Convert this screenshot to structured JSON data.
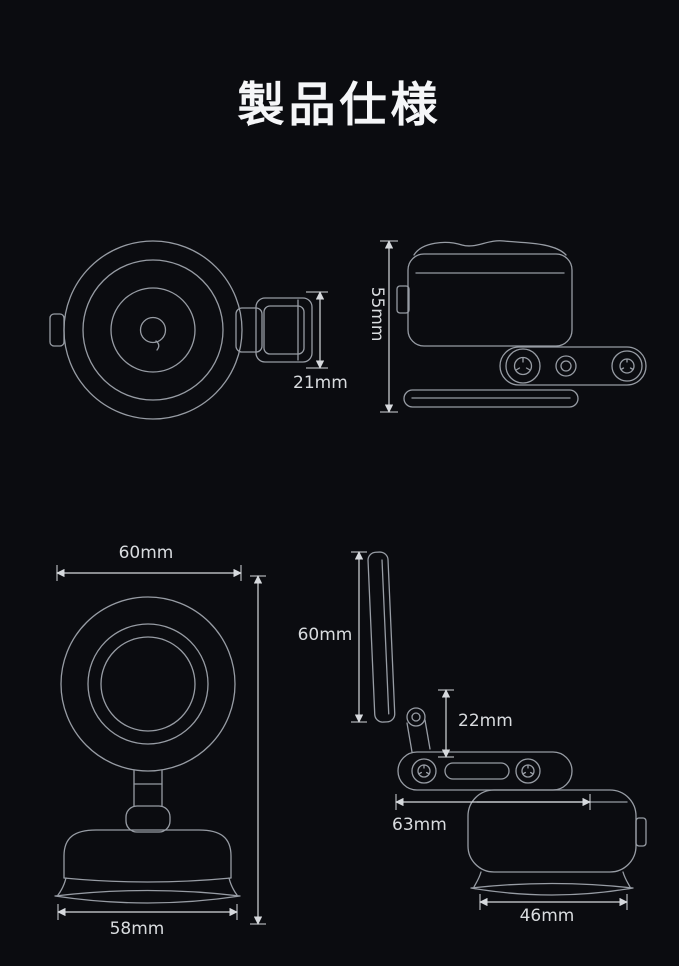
{
  "title": "製品仕様",
  "colors": {
    "background": "#0b0c10",
    "outline": "#979ca4",
    "dimension": "#d6d9dd",
    "title_text": "#f5f6f8"
  },
  "views": {
    "head_front": {
      "dim_arm_width": "21mm"
    },
    "top": {
      "dim_height": "55mm"
    },
    "front": {
      "dim_head_width": "60mm",
      "dim_base_width": "58mm"
    },
    "side": {
      "dim_plate_height": "60mm",
      "dim_hinge_height": "22mm",
      "dim_arm_length": "63mm",
      "dim_cup_width": "46mm"
    }
  }
}
